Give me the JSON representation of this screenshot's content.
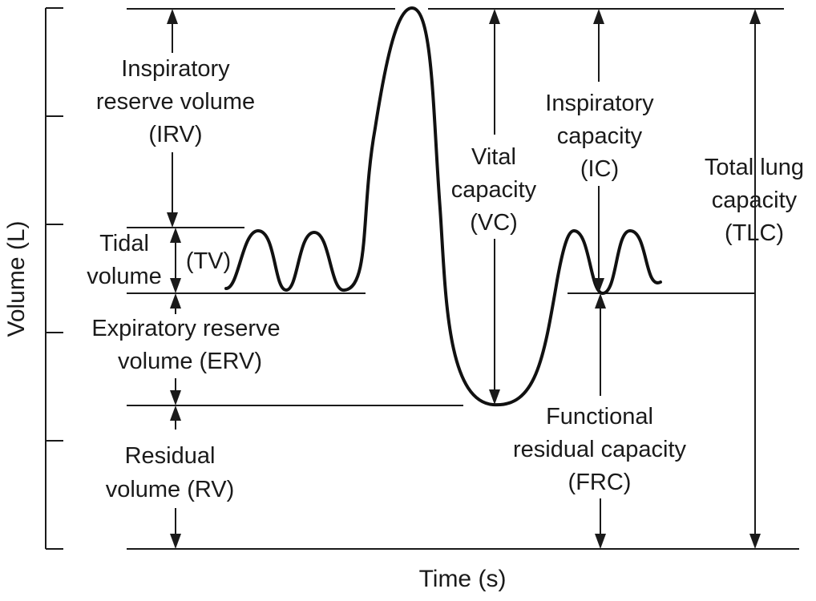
{
  "axes": {
    "y_label": "Volume (L)",
    "x_label": "Time (s)"
  },
  "labels": {
    "irv": [
      "Inspiratory",
      "reserve volume",
      "(IRV)"
    ],
    "tidal_volume": [
      "Tidal",
      "volume"
    ],
    "tv": "(TV)",
    "erv": [
      "Expiratory reserve",
      "volume (ERV)"
    ],
    "rv": [
      "Residual",
      "volume (RV)"
    ],
    "vc": [
      "Vital",
      "capacity",
      "(VC)"
    ],
    "ic": [
      "Inspiratory",
      "capacity",
      "(IC)"
    ],
    "tlc": [
      "Total lung",
      "capacity",
      "(TLC)"
    ],
    "frc": [
      "Functional",
      "residual capacity",
      "(FRC)"
    ]
  },
  "colors": {
    "ink": "#1a1a1a",
    "background": "#ffffff"
  }
}
